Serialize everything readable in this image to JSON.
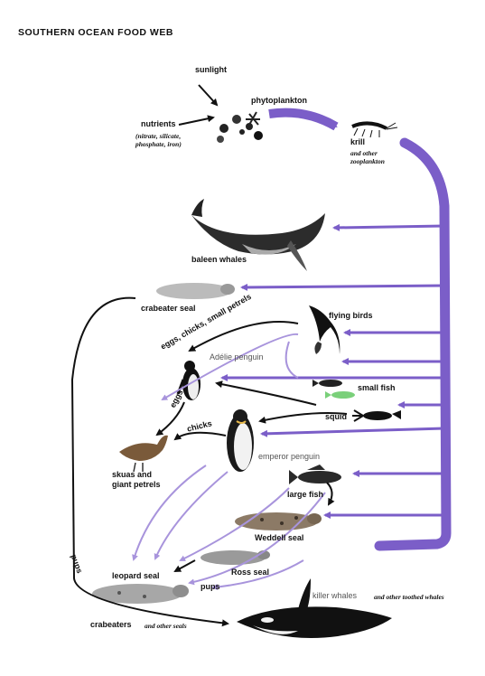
{
  "title": "SOUTHERN OCEAN FOOD WEB",
  "colors": {
    "purple": "#7b5ec8",
    "black": "#111111",
    "gray": "#666666"
  },
  "nodes": {
    "sunlight": "sunlight",
    "phytoplankton": "phytoplankton",
    "nutrients": "nutrients",
    "nutrients_detail": [
      "(nitrate, silicate,",
      "phosphate, iron)"
    ],
    "krill": "krill",
    "krill_detail": [
      "and other",
      "zooplankton"
    ],
    "baleen_whales": "baleen whales",
    "crabeater_seal": "crabeater seal",
    "flying_birds": "flying birds",
    "eggs_chicks_small_petrels": "eggs, chicks, small petrels",
    "adelie_penguin": "Adélie penguin",
    "small_fish": "small fish",
    "squid": "squid",
    "eggs": "eggs",
    "chicks": "chicks",
    "emperor_penguin": "emperor penguin",
    "skuas": "skuas and",
    "giant_petrels": "giant petrels",
    "large_fish": "large fish",
    "weddell_seal": "Weddell seal",
    "ross_seal": "Ross seal",
    "pups_right": "pups",
    "pups_left": "pups",
    "leopard_seal": "leopard seal",
    "killer_whales": "killer whales",
    "killer_whales_detail": "and other toothed whales",
    "crabeaters": "crabeaters",
    "crabeaters_detail": "and other seals"
  }
}
